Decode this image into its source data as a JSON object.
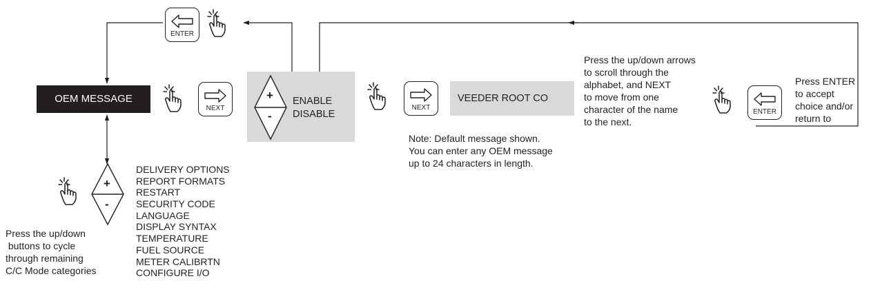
{
  "oem_box": {
    "label": "OEM MESSAGE"
  },
  "keys": {
    "enter_top": "ENTER",
    "next_1": "NEXT",
    "next_2": "NEXT",
    "enter_right": "ENTER"
  },
  "enable_box": {
    "line1": "ENABLE",
    "line2": "DISABLE"
  },
  "name_box": {
    "text": "VEEDER ROOT CO"
  },
  "note": {
    "lines": [
      "Note:  Default message shown.",
      "You can enter any OEM message",
      "up to 24 characters in length."
    ]
  },
  "scroll_text": {
    "lines": [
      "Press the up/down arrows",
      "to scroll through the",
      "alphabet, and NEXT",
      "to move from one",
      "character of the name",
      "to the next."
    ]
  },
  "enter_text": {
    "lines": [
      "Press ENTER",
      "to accept",
      "choice and/or",
      "return to"
    ]
  },
  "cycle_text": {
    "lines": [
      "Press the up/down",
      " buttons to cycle",
      "through remaining",
      "C/C Mode categories"
    ]
  },
  "categories": [
    "DELIVERY OPTIONS",
    "REPORT FORMATS",
    "RESTART",
    "SECURITY CODE",
    "LANGUAGE",
    "DISPLAY SYNTAX",
    "TEMPERATURE",
    "FUEL SOURCE",
    "METER CALIBRTN",
    "CONFIGURE I/O"
  ],
  "updown_symbols": {
    "plus": "+",
    "minus": "-"
  }
}
